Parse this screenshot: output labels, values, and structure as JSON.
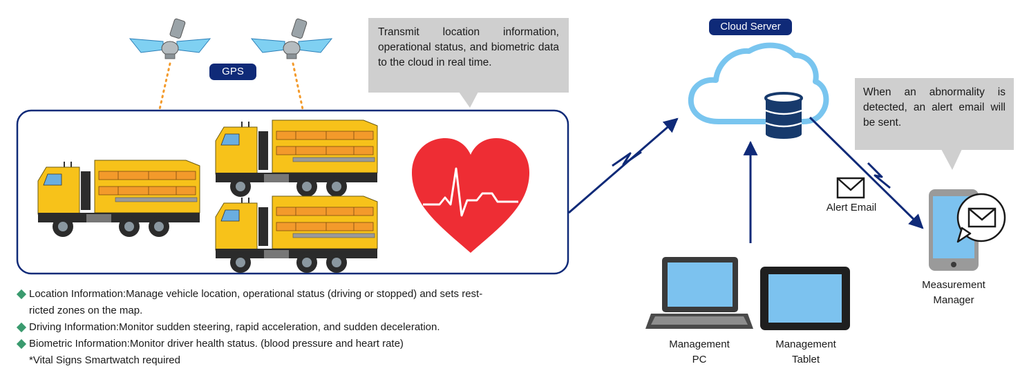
{
  "gps": {
    "label": "GPS"
  },
  "callout_transmit": {
    "text": "Transmit location information, operational status, and biometric data to the cloud in real time."
  },
  "cloud": {
    "label": "Cloud Server"
  },
  "callout_alert": {
    "text": "When an abnormality is detected, an alert email will be sent."
  },
  "alert_email": {
    "label": "Alert Email"
  },
  "devices": {
    "pc": {
      "line1": "Management",
      "line2": "PC"
    },
    "tablet": {
      "line1": "Management",
      "line2": "Tablet"
    },
    "phone": {
      "line1": "Measurement",
      "line2": "Manager"
    }
  },
  "features": [
    {
      "line1": "Location Information:Manage vehicle location, operational status (driving or stopped) and sets rest-",
      "line2": "ricted zones on the map."
    },
    {
      "line1": "Driving Information:Monitor sudden steering, rapid acceleration, and sudden deceleration."
    },
    {
      "line1": "Biometric Information:Monitor driver health status. (blood pressure and heart rate)"
    }
  ],
  "note": "*Vital Signs Smartwatch required",
  "colors": {
    "navy": "#0f2a78",
    "truck_yellow": "#f7c21a",
    "truck_orange": "#f39a2b",
    "heart_red": "#ee2d34",
    "cloud_blue": "#79c5ef",
    "db_navy": "#173a6c",
    "diamond_green": "#3a9a6e",
    "callout_gray": "#cfcfcf"
  }
}
